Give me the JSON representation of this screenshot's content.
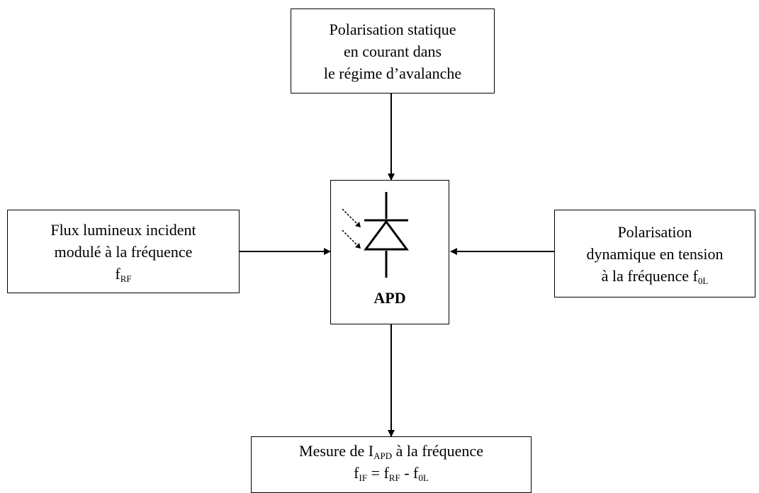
{
  "top_box": {
    "lines": [
      "Polarisation statique",
      "en courant dans",
      "le régime d’avalanche"
    ]
  },
  "left_box": {
    "line1": "Flux lumineux incident",
    "line2": "modulé à la fréquence",
    "freq_symbol": "f",
    "freq_sub": "RF"
  },
  "right_box": {
    "line1": "Polarisation",
    "line2": "dynamique en tension",
    "line3_text": "à la fréquence f",
    "line3_sub": "0L"
  },
  "center_box": {
    "label": "APD",
    "icon": "photodiode-icon"
  },
  "bottom_box": {
    "line1_pre": "Mesure de I",
    "line1_sub": "APD",
    "line1_post": " à la fréquence",
    "eq_f1": "f",
    "eq_sub1": "IF",
    "eq_mid": " = f",
    "eq_sub2": "RF",
    "eq_minus": " - f",
    "eq_sub3": "0L"
  },
  "colors": {
    "line": "#000000",
    "background": "#ffffff"
  }
}
